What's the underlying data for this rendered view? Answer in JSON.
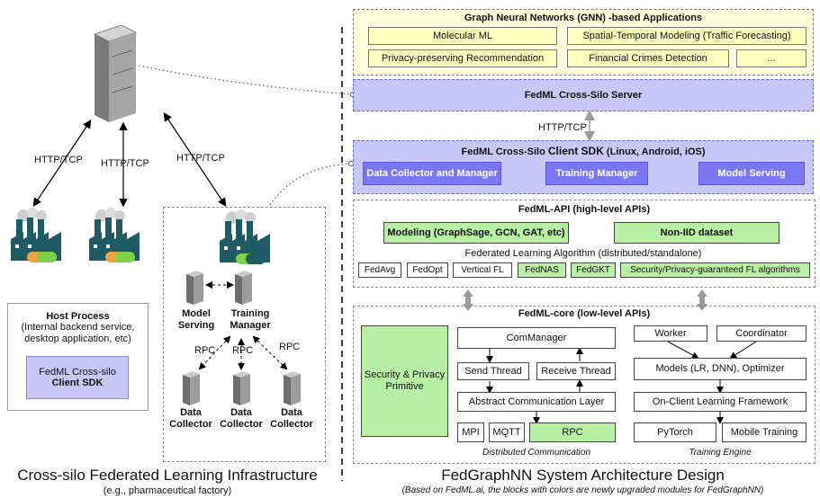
{
  "left": {
    "http_labels": [
      "HTTP/TCP",
      "HTTP/TCP",
      "HTTP/TCP"
    ],
    "host_process": {
      "title": "Host Process",
      "subtitle": "(Internal backend service, desktop application, etc)",
      "sdk_line1": "FedML Cross-silo",
      "sdk_line2": "Client SDK"
    },
    "model_serving": [
      "Model",
      "Serving"
    ],
    "training_manager": [
      "Training",
      "Manager"
    ],
    "rpc_labels": [
      "RPC",
      "RPC",
      "RPC"
    ],
    "data_collector": [
      "Data",
      "Collector"
    ],
    "caption_title": "Cross-silo Federated Learning Infrastructure",
    "caption_sub": "(e.g., pharmaceutical factory)"
  },
  "right": {
    "gnn": {
      "title": "Graph Neural Networks (GNN) -based Applications",
      "apps": [
        "Molecular ML",
        "Spatial-Temporal Modeling (Traffic Forecasting)",
        "Privacy-preserving Recommendation",
        "Financial Crimes Detection",
        "..."
      ]
    },
    "server": "FedML Cross-Silo Server",
    "http": "HTTP/TCP",
    "client_sdk": {
      "title_pre": "FedML Cross-Silo ",
      "title_bold": "Client SDK",
      "title_post": " (Linux, Android, iOS)",
      "data_collector": "Data Collector and Manager",
      "training_manager": "Training Manager",
      "model_serving": "Model Serving"
    },
    "api": {
      "title": "FedML-API (high-level APIs)",
      "modeling": "Modeling (GraphSage, GCN, GAT, etc)",
      "noniid": "Non-IID dataset",
      "algo_label": "Federated Learning Algorithm (distributed/standalone)",
      "algos": [
        "FedAvg",
        "FedOpt",
        "Vertical FL",
        "FedNAS",
        "FedGKT",
        "Security/Privacy-guaranteed FL algorithms"
      ]
    },
    "core": {
      "title": "FedML-core (low-level APIs)",
      "security_line1": "Security & Privacy",
      "security_line2": "Primitive",
      "com_manager": "ComManager",
      "send_thread": "Send Thread",
      "receive_thread": "Receive Thread",
      "abstract_layer": "Abstract Communication Layer",
      "mpi": "MPI",
      "mqtt": "MQTT",
      "rpc": "RPC",
      "dist_comm": "Distributed Communication",
      "worker": "Worker",
      "coordinator": "Coordinator",
      "models": "Models (LR, DNN), Optimizer",
      "on_client": "On-Client Learning Framework",
      "pytorch": "PyTorch",
      "mobile": "Mobile Training",
      "training_engine": "Training Engine"
    },
    "caption_title": "FedGraphNN System Architecture Design",
    "caption_sub": "(Based on FedML.ai, the blocks with colors are newly upgraded modules for FedGraphNN)"
  },
  "colors": {
    "yellow": "#ffffbf",
    "green": "#b8f0a4",
    "purple_band": "#c9c7f7",
    "purple_button": "#7a77f5",
    "factory_teal": "#1f5b63",
    "pill_green": "#7dd24a",
    "pill_orange": "#f2a23b"
  }
}
